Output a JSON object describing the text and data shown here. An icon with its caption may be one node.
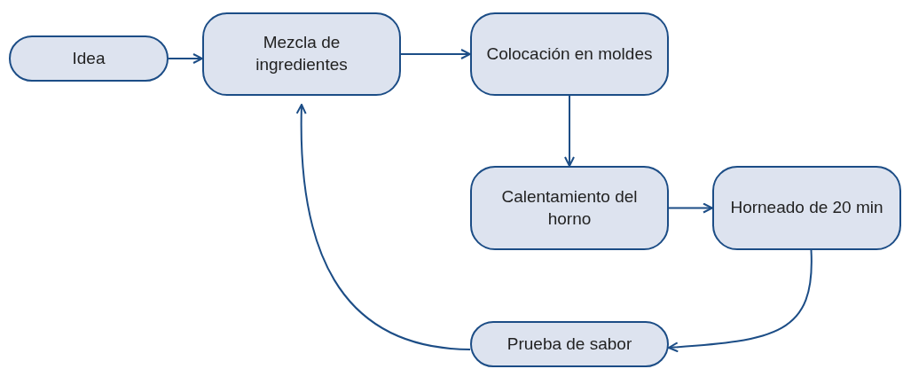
{
  "diagram": {
    "nodes": [
      {
        "text": [
          "Idea"
        ]
      },
      {
        "text": [
          "Mezcla de ingredientes"
        ]
      },
      {
        "text": [
          "Colocación en moldes"
        ]
      },
      {
        "text": [
          "Calentamiento del horno"
        ]
      },
      {
        "text": [
          "Horneado de 20 min"
        ]
      },
      {
        "text": [
          "Prueba de sabor"
        ]
      }
    ],
    "edges": [
      {
        "from": 0,
        "to": 1,
        "arrow": "to"
      },
      {
        "from": 1,
        "to": 2,
        "arrow": "to"
      },
      {
        "from": 2,
        "to": 3,
        "arrow": "to"
      },
      {
        "from": 3,
        "to": 4,
        "arrow": "to"
      },
      {
        "from": 4,
        "to": 5,
        "arrow": "to"
      },
      {
        "from": 5,
        "to": 1,
        "arrow": "to"
      }
    ]
  }
}
